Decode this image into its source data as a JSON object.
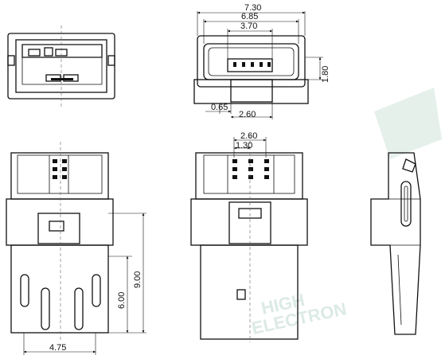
{
  "colors": {
    "line": "#111111",
    "watermark": "#d9e8e2",
    "background": "#ffffff"
  },
  "dimensions": {
    "overall_width": "7.30",
    "inner_width": "6.85",
    "pin_span": "3.70",
    "height": "1.80",
    "tab_offset": "0.65",
    "tab_width": "2.60",
    "pitch_span": "2.60",
    "pitch": "1.30",
    "overall_length": "9.00",
    "plug_length": "6.00",
    "plug_width": "4.75"
  },
  "watermark": {
    "line1": "HIGH",
    "line2": "ELECTRON"
  }
}
